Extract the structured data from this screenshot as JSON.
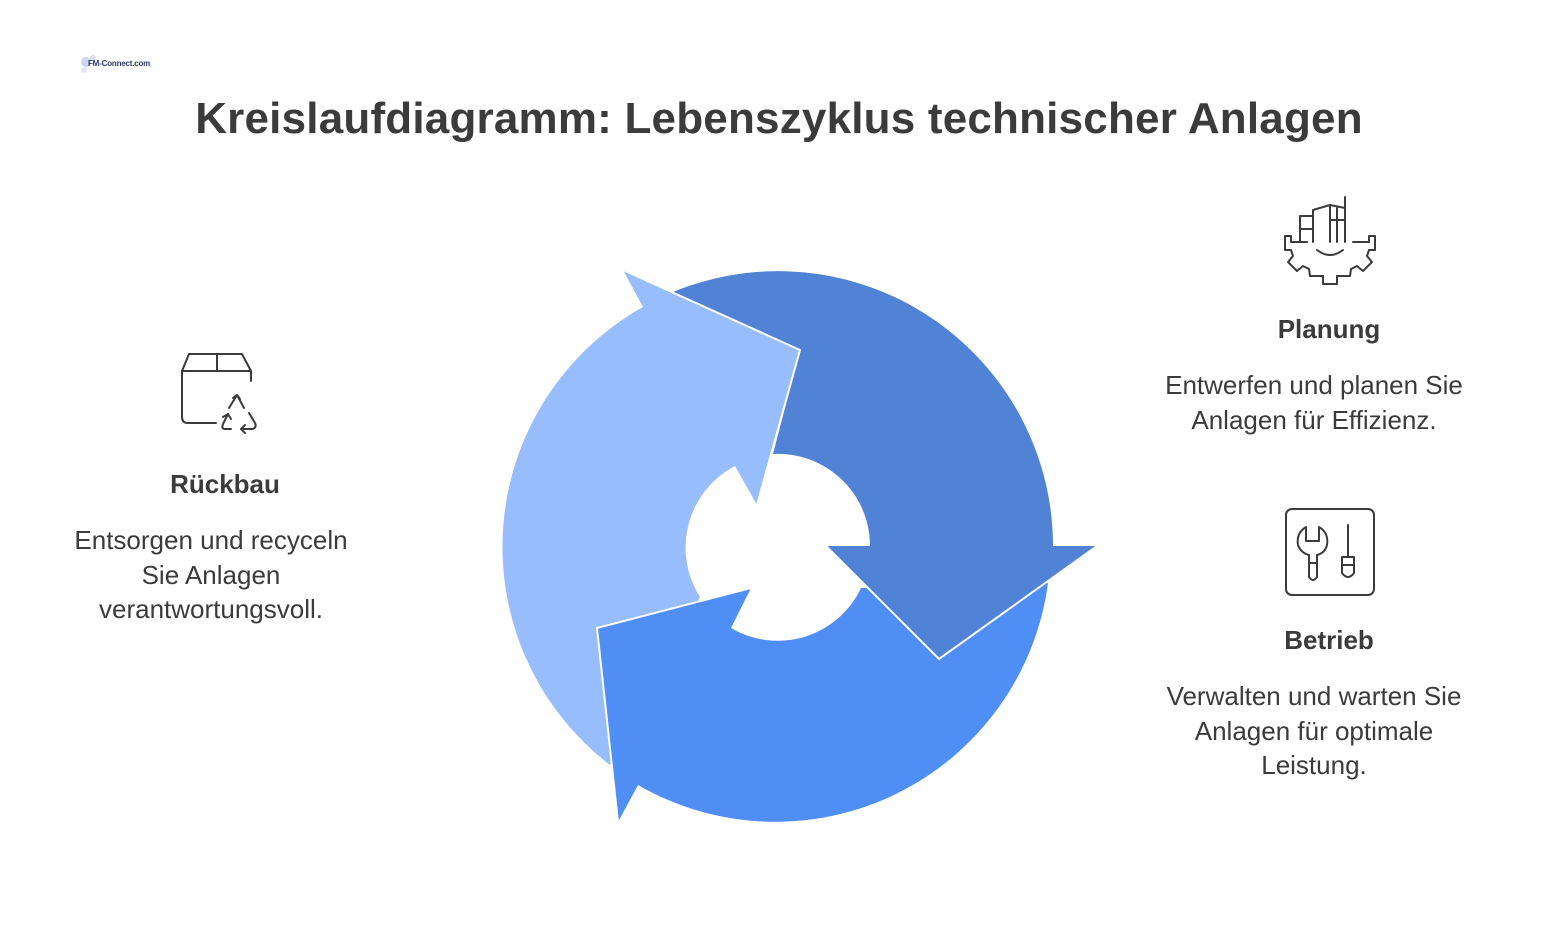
{
  "logo": {
    "text": "FM-Connect.com"
  },
  "title": "Kreislaufdiagramm: Lebenszyklus technischer Anlagen",
  "colors": {
    "planung_arrow": "#5082d5",
    "betrieb_arrow": "#4f8ef5",
    "rueckbau_arrow": "#97bdfd",
    "text": "#3b3b3b",
    "icon_stroke": "#3b3b3b"
  },
  "stages": {
    "planung": {
      "icon": "building-gear-icon",
      "heading": "Planung",
      "description": "Entwerfen und planen Sie\nAnlagen für Effizienz."
    },
    "betrieb": {
      "icon": "tools-wrench-screwdriver-icon",
      "heading": "Betrieb",
      "description": "Verwalten und warten Sie\nAnlagen für optimale\nLeistung."
    },
    "rueckbau": {
      "icon": "box-recycle-icon",
      "heading": "Rückbau",
      "description": "Entsorgen und recyceln\nSie Anlagen\nverantwortungsvoll."
    }
  }
}
